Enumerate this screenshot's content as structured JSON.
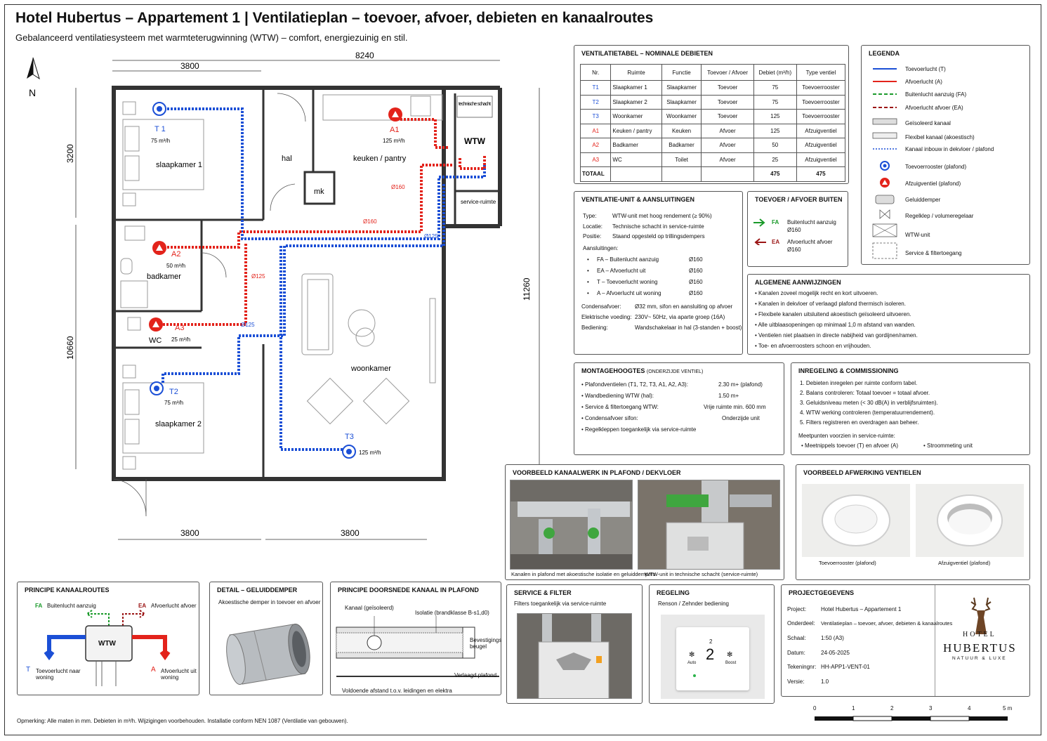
{
  "header": {
    "title": "Hotel Hubertus – Appartement 1  |  Ventilatieplan – toevoer, afvoer, debieten en kanaalroutes",
    "subtitle": "Gebalanceerd ventilatiesysteem met warmteterugwinning (WTW) – comfort, energiezuinig en stil."
  },
  "plan": {
    "north": "N",
    "dim_top_total": "8240",
    "dim_top_left": "3800",
    "dim_bottom_left": "3800",
    "dim_bottom_right": "3800",
    "dim_left_top": "3200",
    "dim_left_bottom": "10660",
    "dim_right": "11260",
    "rooms": {
      "slaapkamer1": "slaapkamer 1",
      "hal": "hal",
      "keuken": "keuken / pantry",
      "mk": "mk",
      "technische": "technische schacht",
      "wtw": "WTW",
      "service": "service-ruimte",
      "badkamer": "badkamer",
      "wc": "WC",
      "woonkamer": "woonkamer",
      "slaapkamer2": "slaapkamer 2"
    },
    "vents": {
      "T1": {
        "code": "T 1",
        "flow": "75 m³/h"
      },
      "T2": {
        "code": "T2",
        "flow": "75 m³/h"
      },
      "T3": {
        "code": "T3",
        "flow": "125 m³/h"
      },
      "A1": {
        "code": "A1",
        "flow": "125 m³/h"
      },
      "A2": {
        "code": "A2",
        "flow": "50 m³/h"
      },
      "A3": {
        "code": "A3",
        "flow": "25 m³/h"
      }
    },
    "ducts": {
      "d160a": "Ø160",
      "d160b": "Ø160",
      "d125a": "Ø125",
      "d125b": "Ø125",
      "d125c": "Ø125"
    }
  },
  "ventilatietabel": {
    "title": "VENTILATIETABEL – NOMINALE DEBIETEN",
    "headers": [
      "Nr.",
      "Ruimte",
      "Functie",
      "Toevoer / Afvoer",
      "Debiet (m³/h)",
      "Type ventiel"
    ],
    "rows": [
      [
        "T1",
        "Slaapkamer 1",
        "Slaapkamer",
        "Toevoer",
        "75",
        "Toevoerrooster"
      ],
      [
        "T2",
        "Slaapkamer 2",
        "Slaapkamer",
        "Toevoer",
        "75",
        "Toevoerrooster"
      ],
      [
        "T3",
        "Woonkamer",
        "Woonkamer",
        "Toevoer",
        "125",
        "Toevoerrooster"
      ],
      [
        "A1",
        "Keuken / pantry",
        "Keuken",
        "Afvoer",
        "125",
        "Afzuigventiel"
      ],
      [
        "A2",
        "Badkamer",
        "Badkamer",
        "Afvoer",
        "50",
        "Afzuigventiel"
      ],
      [
        "A3",
        "WC",
        "Toilet",
        "Afvoer",
        "25",
        "Afzuigventiel"
      ]
    ],
    "total_label": "TOTAAL",
    "total_supply": "475",
    "total_exhaust": "475"
  },
  "legenda": {
    "title": "LEGENDA",
    "items": [
      "Toevoerlucht (T)",
      "Afvoerlucht (A)",
      "Buitenlucht aanzuig (FA)",
      "Afvoerlucht afvoer (EA)",
      "Geïsoleerd kanaal",
      "Flexibel kanaal (akoestisch)",
      "Kanaal inbouw in dekvloer / plafond",
      "Toevoerrooster (plafond)",
      "Afzuigventiel (plafond)",
      "Geluiddemper",
      "Regelklep / volumeregelaar",
      "WTW-unit",
      "Service & filtertoegang"
    ]
  },
  "unit": {
    "title": "VENTILATIE-UNIT & AANSLUITINGEN",
    "type_k": "Type:",
    "type_v": "WTW-unit met hoog rendement (≥ 90%)",
    "locatie_k": "Locatie:",
    "locatie_v": "Technische schacht in service-ruimte",
    "positie_k": "Positie:",
    "positie_v": "Staand opgesteld op trillingsdempers",
    "aansl_k": "Aansluitingen:",
    "aansl": [
      {
        "k": "FA  –  Buitenlucht aanzuig",
        "v": "Ø160"
      },
      {
        "k": "EA  –  Afvoerlucht uit",
        "v": "Ø160"
      },
      {
        "k": "T   –  Toevoerlucht woning",
        "v": "Ø160"
      },
      {
        "k": "A   –  Afvoerlucht uit woning",
        "v": "Ø160"
      }
    ],
    "cond_k": "Condensafvoer:",
    "cond_v": "Ø32 mm, sifon en aansluiting op afvoer",
    "elek_k": "Elektrische voeding:",
    "elek_v": "230V~ 50Hz, via aparte groep (16A)",
    "bed_k": "Bediening:",
    "bed_v": "Wandschakelaar in hal (3-standen + boost)"
  },
  "buiten": {
    "title": "TOEVOER / AFVOER BUITEN",
    "fa_code": "FA",
    "fa_text": "Buitenlucht aanzuig",
    "fa_d": "Ø160",
    "ea_code": "EA",
    "ea_text": "Afvoerlucht afvoer",
    "ea_d": "Ø160"
  },
  "algemeen": {
    "title": "ALGEMENE AANWIJZINGEN",
    "items": [
      "Kanalen zoveel mogelijk recht en kort uitvoeren.",
      "Kanalen in dekvloer of verlaagd plafond thermisch isoleren.",
      "Flexibele kanalen uitsluitend akoestisch geïsoleerd uitvoeren.",
      "Alle uitblaasopeningen op minimaal 1,0 m afstand van wanden.",
      "Ventielen niet plaatsen in directe nabijheid van gordijnen/ramen.",
      "Toe- en afvoerroosters schoon en vrijhouden."
    ]
  },
  "montage": {
    "title": "MONTAGEHOOGTES",
    "title_note": "(ONDERZIJDE VENTIEL)",
    "rows": [
      {
        "k": "Plafondventielen (T1, T2, T3, A1, A2, A3):",
        "v": "2.30 m+ (plafond)"
      },
      {
        "k": "Wandbediening WTW (hal):",
        "v": "1.50 m+"
      },
      {
        "k": "Service & filtertoegang WTW:",
        "v": "Vrije ruimte min. 600 mm"
      },
      {
        "k": "Condensafvoer sifon:",
        "v": "Onderzijde unit"
      },
      {
        "k": "Regelkleppen toegankelijk via service-ruimte",
        "v": ""
      }
    ]
  },
  "inregeling": {
    "title": "INREGELING & COMMISSIONING",
    "items": [
      "1.  Debieten inregelen per ruimte conform tabel.",
      "2.  Balans controleren: Totaal toevoer = totaal afvoer.",
      "3.  Geluidsniveau meten (< 30 dB(A) in verblijfsruimten).",
      "4.  WTW werking controleren (temperatuurrendement).",
      "5.  Filters registreren en overdragen aan beheer."
    ],
    "meet_title": "Meetpunten voorzien in service-ruimte:",
    "meet1": "Meetnippels toevoer (T) en afvoer (A)",
    "meet2": "Stroommeting unit"
  },
  "kanaalwerk": {
    "title": "VOORBEELD KANAALWERK IN PLAFOND / DEKVLOER",
    "cap1": "Kanalen in plafond met akoestische isolatie en geluiddempers",
    "cap2": "WTW-unit in technische schacht (service-ruimte)"
  },
  "afwerking": {
    "title": "VOORBEELD AFWERKING VENTIELEN",
    "cap1": "Toevoerrooster (plafond)",
    "cap2": "Afzuigventiel (plafond)"
  },
  "principe": {
    "title": "PRINCIPE KANAALROUTES",
    "fa": "FA",
    "fa_t": "Buitenlucht aanzuig",
    "ea": "EA",
    "ea_t": "Afvoerlucht afvoer",
    "wtw": "WTW",
    "t": "T",
    "t_t": "Toevoerlucht naar woning",
    "a": "A",
    "a_t": "Afvoerlucht uit woning"
  },
  "geluid": {
    "title": "DETAIL – GELUIDDEMPER",
    "text": "Akoestische demper in toevoer en afvoer"
  },
  "doorsnede": {
    "title": "PRINCIPE DOORSNEDE KANAAL IN PLAFOND",
    "kanaal": "Kanaal (geïsoleerd)",
    "isolatie": "Isolatie (brandklasse B-s1,d0)",
    "beugel": "Bevestigings beugel",
    "plafond": "Verlaagd plafond",
    "afstand": "Voldoende afstand t.o.v. leidingen en elektra"
  },
  "service": {
    "title": "SERVICE & FILTER",
    "text": "Filters toegankelijk via service-ruimte"
  },
  "regeling": {
    "title": "REGELING",
    "text": "Renson / Zehnder bediening",
    "display": "2",
    "small_num": "2",
    "auto": "Auto",
    "boost": "Boost"
  },
  "project": {
    "title": "PROJECTGEGEVENS",
    "rows": [
      {
        "k": "Project:",
        "v": "Hotel Hubertus – Appartement 1"
      },
      {
        "k": "Onderdeel:",
        "v": "Ventilatieplan – toevoer, afvoer, debieten & kanaalroutes"
      },
      {
        "k": "Schaal:",
        "v": "1:50 (A3)"
      },
      {
        "k": "Datum:",
        "v": "24-05-2025"
      },
      {
        "k": "Tekeningnr:",
        "v": "HH-APP1-VENT-01"
      },
      {
        "k": "Versie:",
        "v": "1.0"
      }
    ],
    "logo_hotel": "HOTEL",
    "logo_name": "HUBERTUS",
    "logo_tag": "NATUUR & LUXE"
  },
  "scale": {
    "labels": [
      "0",
      "1",
      "2",
      "3",
      "4",
      "5 m"
    ]
  },
  "footer": "Opmerking:  Alle maten in mm. Debieten in m³/h. Wijzigingen voorbehouden. Installatie conform NEN 1087 (Ventilatie van gebouwen).",
  "colors": {
    "supply": "#1b4fd6",
    "exhaust": "#e3231b",
    "fa": "#1a9a2a",
    "ea": "#9b1515"
  }
}
